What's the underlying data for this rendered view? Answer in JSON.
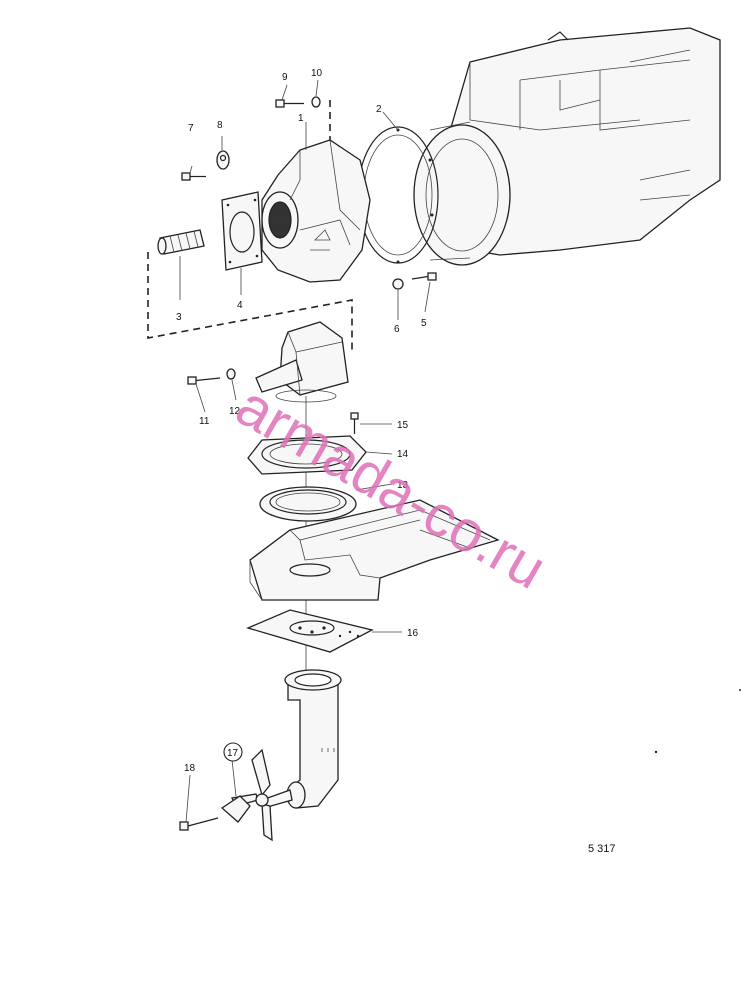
{
  "figure_number": "5 317",
  "watermark": "armada-co.ru",
  "parts": {
    "p1": "1",
    "p2": "2",
    "p3": "3",
    "p4": "4",
    "p5": "5",
    "p6": "6",
    "p7": "7",
    "p8": "8",
    "p9": "9",
    "p10": "10",
    "p11": "11",
    "p12": "12",
    "p13": "13",
    "p14": "14",
    "p15": "15",
    "p16": "16",
    "p17": "17",
    "p18": "18"
  }
}
